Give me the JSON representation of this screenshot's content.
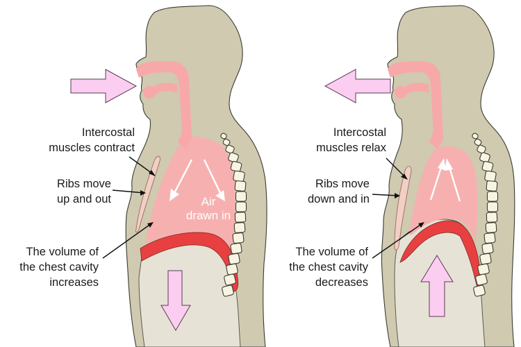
{
  "figure": {
    "title": "Breathing in and breathing out",
    "panels": [
      {
        "id": "inhalation",
        "labels": {
          "intercostal": [
            "Intercostal",
            "muscles contract"
          ],
          "ribs": [
            "Ribs move",
            "up and out"
          ],
          "volume": [
            "The volume of",
            "the chest cavity",
            "increases"
          ],
          "air": [
            "Air",
            "drawn in"
          ]
        },
        "air_flow_direction": "into mouth",
        "diaphragm_movement": "down"
      },
      {
        "id": "exhalation",
        "labels": {
          "intercostal": [
            "Intercostal",
            "muscles relax"
          ],
          "ribs": [
            "Ribs move",
            "down and in"
          ],
          "volume": [
            "The volume of",
            "the chest cavity",
            "decreases"
          ]
        },
        "air_flow_direction": "out of mouth",
        "diaphragm_movement": "up"
      }
    ],
    "colors": {
      "body": "#cfcab0",
      "abdomen": "#e6e3d6",
      "airway": "#f7a9a9",
      "diaphragm": "#e84040",
      "arrow": "#fbcdf1",
      "vertebra": "#f7f4e2"
    }
  }
}
